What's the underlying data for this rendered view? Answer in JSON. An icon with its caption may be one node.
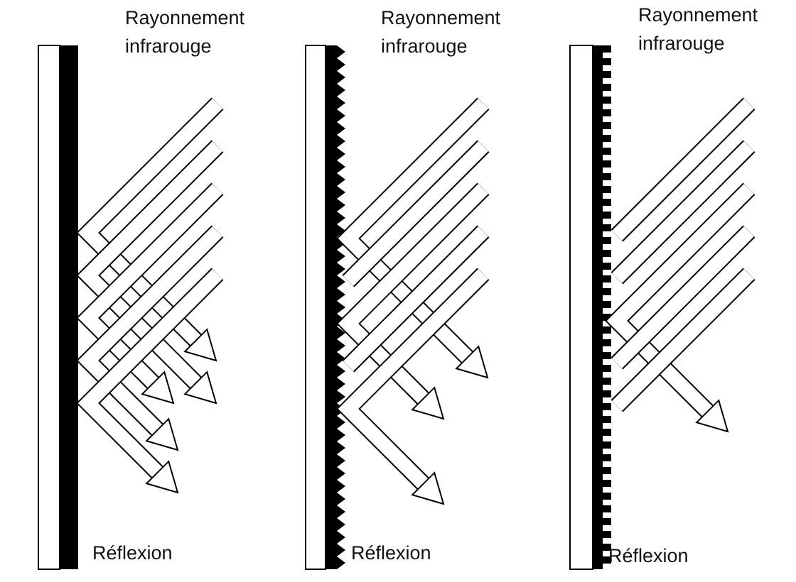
{
  "diagram": {
    "labels": [
      "Rayonnement infrarouge",
      "Rayonnement infrarouge",
      "Rayonnement infrarouge",
      "Réflexion",
      "Réflexion",
      "Réflexion"
    ]
  }
}
